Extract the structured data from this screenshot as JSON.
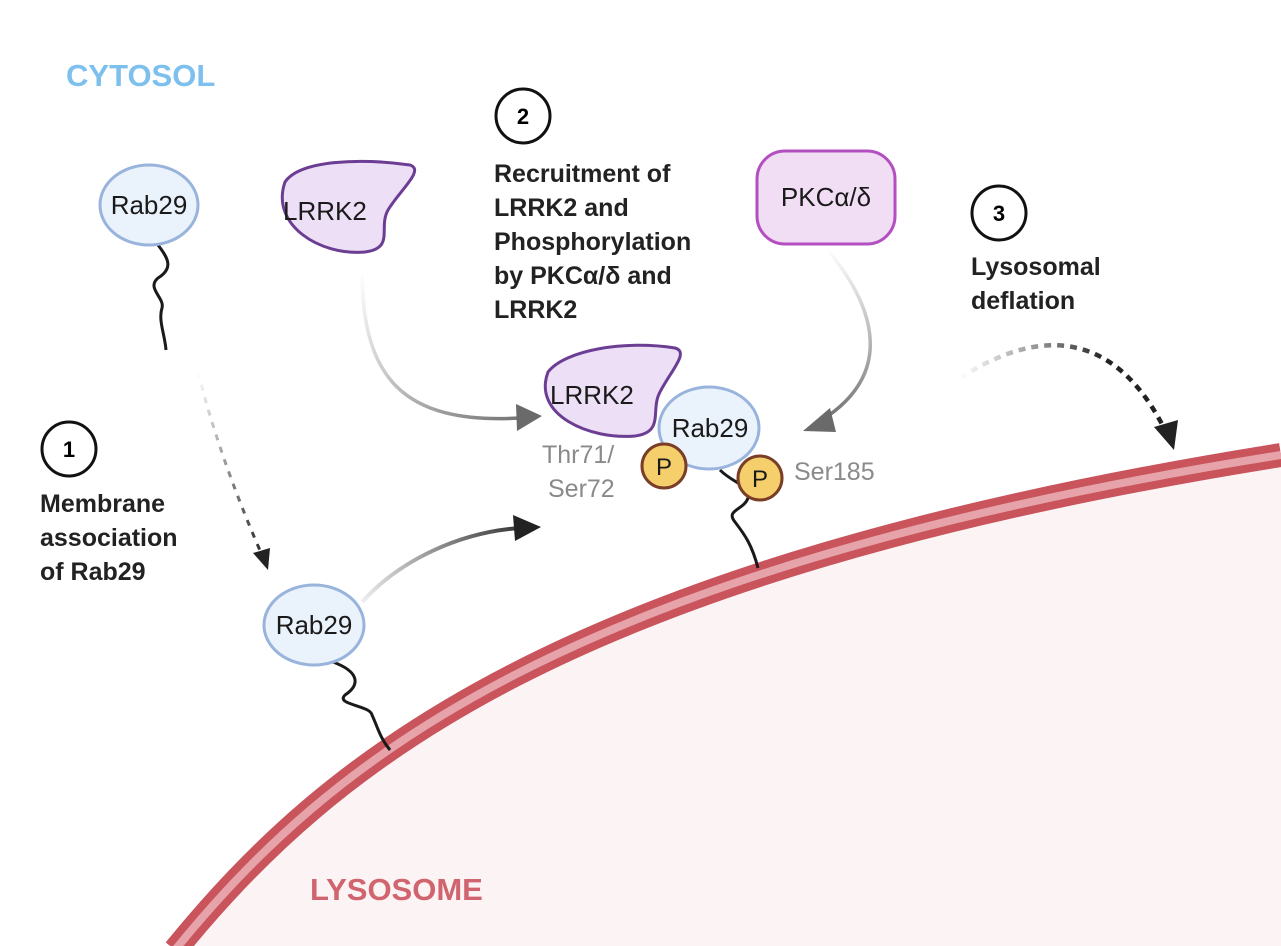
{
  "regions": {
    "cytosol": "CYTOSOL",
    "lysosome": "LYSOSOME"
  },
  "steps": [
    {
      "number": "1",
      "lines": [
        "Membrane",
        "association",
        "of Rab29"
      ]
    },
    {
      "number": "2",
      "lines": [
        "Recruitment of",
        "LRRK2 and",
        "Phosphorylation",
        "by PKCα/δ and",
        "LRRK2"
      ]
    },
    {
      "number": "3",
      "lines": [
        "Lysosomal",
        "deflation"
      ]
    }
  ],
  "molecules": {
    "rab29": "Rab29",
    "lrrk2": "LRRK2",
    "pkc": "PKCα/δ",
    "phospho": "P"
  },
  "sites": {
    "thr_line1": "Thr71/",
    "thr_line2": "Ser72",
    "ser185": "Ser185"
  },
  "colors": {
    "cytosol_label": "#7dc0ee",
    "lysosome_label": "#d1656f",
    "membrane": "#c9545c",
    "membrane_light": "#e6a4aa",
    "lumen": "#fcf4f4",
    "rab_fill": "#eaf2fb",
    "rab_stroke": "#99b4dc",
    "lrrk_fill": "#ecdff6",
    "lrrk_stroke": "#6b3d93",
    "pkc_fill": "#f1ddf4",
    "pkc_stroke": "#b34fc1",
    "phospho_fill": "#f4cf6c",
    "phospho_stroke": "#7a3d26"
  },
  "icons": [
    "rab29-protein",
    "lrrk2-protein",
    "pkc-protein",
    "phosphate-group",
    "lipid-anchor",
    "arrow"
  ]
}
